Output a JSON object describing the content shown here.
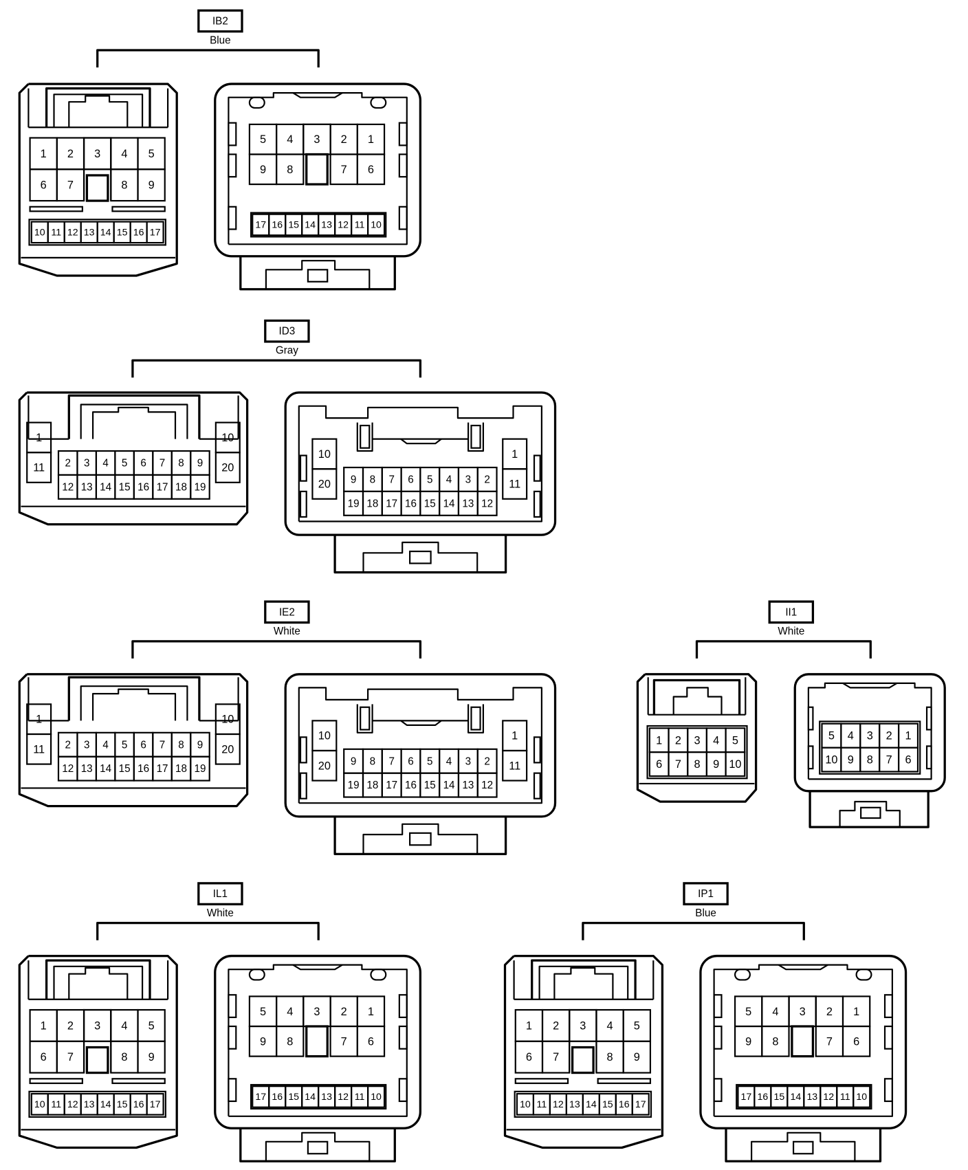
{
  "connectors": {
    "ib2": {
      "code": "IB2",
      "color": "Blue",
      "female": {
        "big_rows": [
          [
            "1",
            "2",
            "3",
            "4",
            "5"
          ],
          [
            "6",
            "7",
            "",
            "8",
            "9"
          ]
        ],
        "small_row": [
          "10",
          "11",
          "12",
          "13",
          "14",
          "15",
          "16",
          "17"
        ]
      },
      "male": {
        "big_rows": [
          [
            "5",
            "4",
            "3",
            "2",
            "1"
          ],
          [
            "9",
            "8",
            "",
            "7",
            "6"
          ]
        ],
        "small_row": [
          "17",
          "16",
          "15",
          "14",
          "13",
          "12",
          "11",
          "10"
        ]
      }
    },
    "id3": {
      "code": "ID3",
      "color": "Gray",
      "female": {
        "side_left": [
          "1",
          "11"
        ],
        "side_right": [
          "10",
          "20"
        ],
        "rows": [
          [
            "2",
            "3",
            "4",
            "5",
            "6",
            "7",
            "8",
            "9"
          ],
          [
            "12",
            "13",
            "14",
            "15",
            "16",
            "17",
            "18",
            "19"
          ]
        ]
      },
      "male": {
        "side_left": [
          "10",
          "20"
        ],
        "side_right": [
          "1",
          "11"
        ],
        "rows": [
          [
            "9",
            "8",
            "7",
            "6",
            "5",
            "4",
            "3",
            "2"
          ],
          [
            "19",
            "18",
            "17",
            "16",
            "15",
            "14",
            "13",
            "12"
          ]
        ]
      }
    },
    "ie2": {
      "code": "IE2",
      "color": "White",
      "female": {
        "side_left": [
          "1",
          "11"
        ],
        "side_right": [
          "10",
          "20"
        ],
        "rows": [
          [
            "2",
            "3",
            "4",
            "5",
            "6",
            "7",
            "8",
            "9"
          ],
          [
            "12",
            "13",
            "14",
            "15",
            "16",
            "17",
            "18",
            "19"
          ]
        ]
      },
      "male": {
        "side_left": [
          "10",
          "20"
        ],
        "side_right": [
          "1",
          "11"
        ],
        "rows": [
          [
            "9",
            "8",
            "7",
            "6",
            "5",
            "4",
            "3",
            "2"
          ],
          [
            "19",
            "18",
            "17",
            "16",
            "15",
            "14",
            "13",
            "12"
          ]
        ]
      }
    },
    "ii1": {
      "code": "II1",
      "color": "White",
      "female": {
        "rows": [
          [
            "1",
            "2",
            "3",
            "4",
            "5"
          ],
          [
            "6",
            "7",
            "8",
            "9",
            "10"
          ]
        ]
      },
      "male": {
        "rows": [
          [
            "5",
            "4",
            "3",
            "2",
            "1"
          ],
          [
            "10",
            "9",
            "8",
            "7",
            "6"
          ]
        ]
      }
    },
    "il1": {
      "code": "IL1",
      "color": "White",
      "female": {
        "big_rows": [
          [
            "1",
            "2",
            "3",
            "4",
            "5"
          ],
          [
            "6",
            "7",
            "",
            "8",
            "9"
          ]
        ],
        "small_row": [
          "10",
          "11",
          "12",
          "13",
          "14",
          "15",
          "16",
          "17"
        ]
      },
      "male": {
        "big_rows": [
          [
            "5",
            "4",
            "3",
            "2",
            "1"
          ],
          [
            "9",
            "8",
            "",
            "7",
            "6"
          ]
        ],
        "small_row": [
          "17",
          "16",
          "15",
          "14",
          "13",
          "12",
          "11",
          "10"
        ]
      }
    },
    "ip1": {
      "code": "IP1",
      "color": "Blue",
      "female": {
        "big_rows": [
          [
            "1",
            "2",
            "3",
            "4",
            "5"
          ],
          [
            "6",
            "7",
            "",
            "8",
            "9"
          ]
        ],
        "small_row": [
          "10",
          "11",
          "12",
          "13",
          "14",
          "15",
          "16",
          "17"
        ]
      },
      "male": {
        "big_rows": [
          [
            "5",
            "4",
            "3",
            "2",
            "1"
          ],
          [
            "9",
            "8",
            "",
            "7",
            "6"
          ]
        ],
        "small_row": [
          "17",
          "16",
          "15",
          "14",
          "13",
          "12",
          "11",
          "10"
        ]
      }
    }
  }
}
